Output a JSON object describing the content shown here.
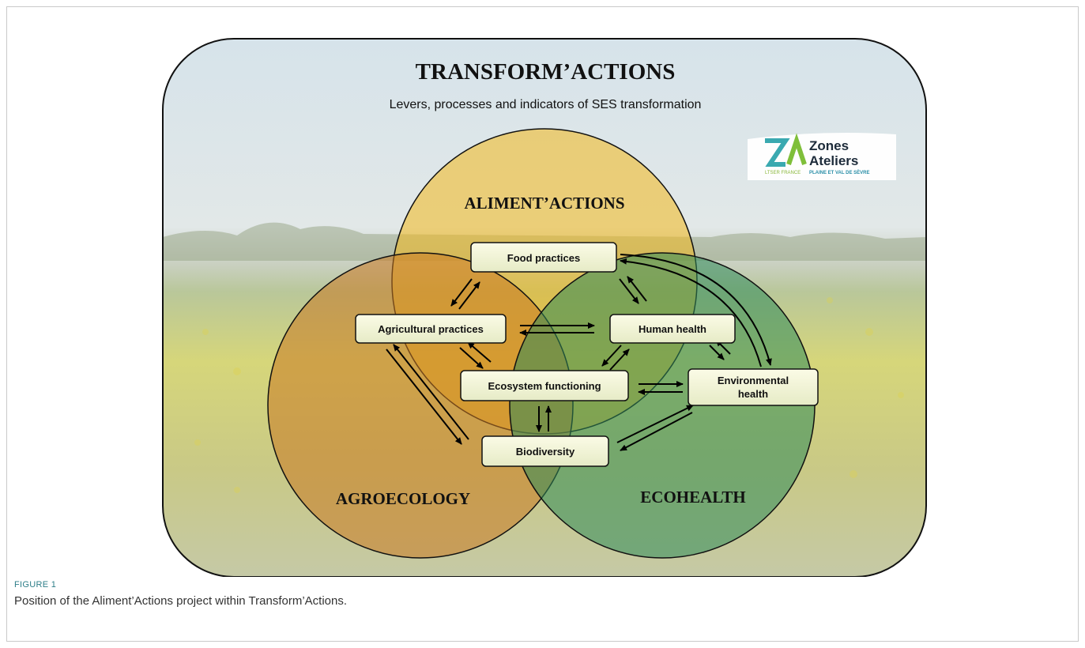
{
  "figure": {
    "title": "TRANSFORM’ACTIONS",
    "subtitle": "Levers, processes and indicators of SES transformation",
    "logo": {
      "line1": "Zones",
      "line2": "Ateliers",
      "tag_left": "LTSER FRANCE",
      "tag_right": "PLAINE ET VAL DE SÈVRE",
      "mark": "ZA"
    },
    "circles": {
      "top": "ALIMENT’ACTIONS",
      "left": "AGROECOLOGY",
      "right": "ECOHEALTH"
    },
    "boxes": {
      "food": "Food practices",
      "agri": "Agricultural practices",
      "human": "Human health",
      "ecosystem": "Ecosystem functioning",
      "env_line1": "Environmental",
      "env_line2": "health",
      "bio": "Biodiversity"
    },
    "colors": {
      "top_circle": "#f2b81c",
      "left_circle": "#c87820",
      "right_circle": "#2f8a5a"
    }
  },
  "caption": {
    "label": "FIGURE 1",
    "text": "Position of the Aliment’Actions project within Transform’Actions."
  }
}
